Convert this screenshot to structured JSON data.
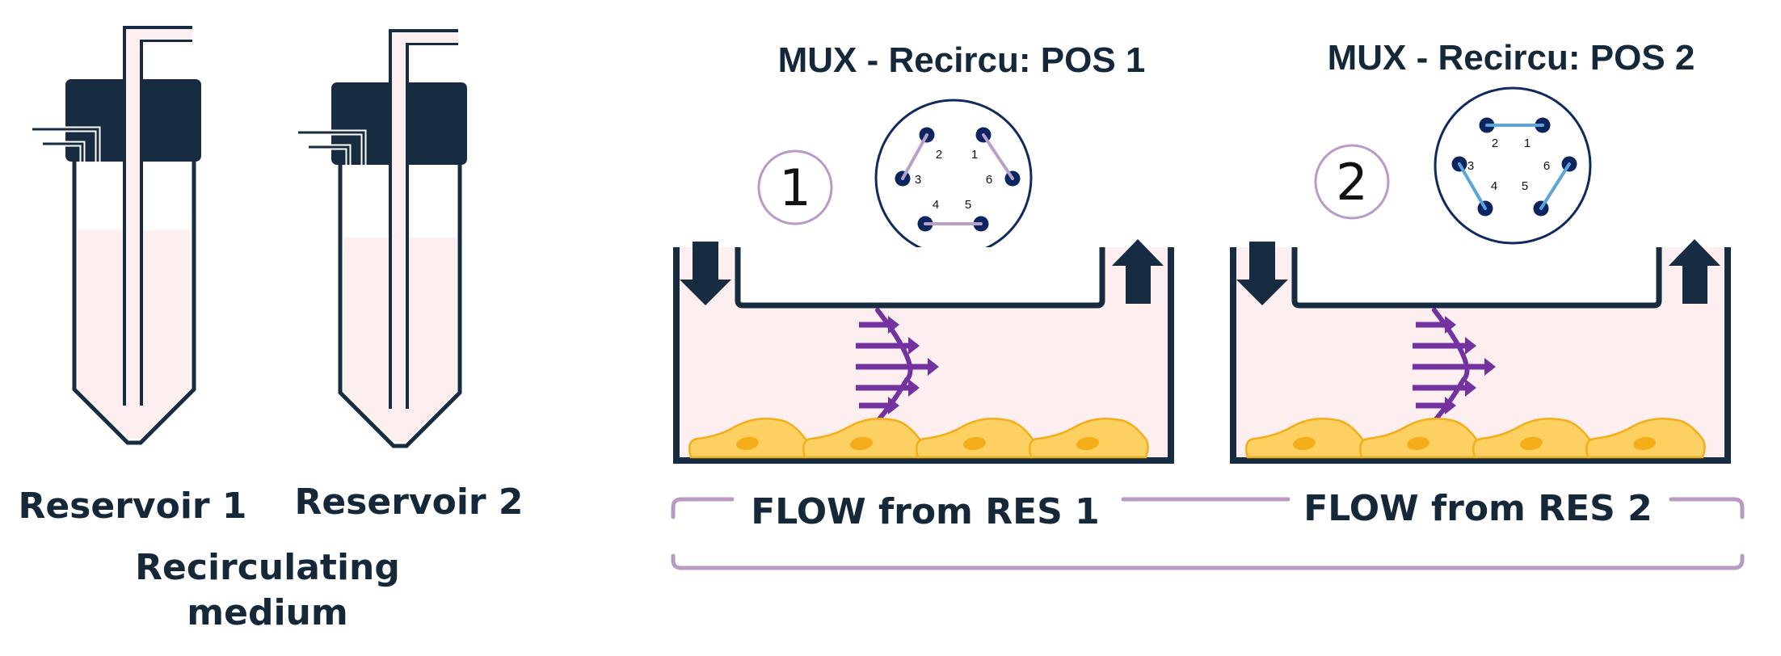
{
  "colors": {
    "ink": "#172c40",
    "medium": "#fdeeef",
    "muxRing": "#0f2a5e",
    "port": "#0c2460",
    "valvePos1": "#b9a0c8",
    "valvePos2": "#5aa5dc",
    "badgeRing": "#b99bc8",
    "flowArrow": "#7232a0",
    "cell": "#fdd062",
    "cellEdge": "#f3ae1a",
    "nucleus": "#f3ae1a",
    "bracket": "#b99ac2"
  },
  "reservoirs": [
    {
      "label": "Reservoir 1"
    },
    {
      "label": "Reservoir 2"
    }
  ],
  "group_label": {
    "line1": "Recirculating",
    "line2": "medium"
  },
  "positions": [
    {
      "title": "MUX - Recircu: POS 1",
      "badge": "1",
      "port_labels": [
        "1",
        "2",
        "3",
        "4",
        "5",
        "6"
      ],
      "connections": [
        [
          "2",
          "3"
        ],
        [
          "1",
          "6"
        ],
        [
          "4",
          "5"
        ]
      ],
      "flow_label": "FLOW from RES 1"
    },
    {
      "title": "MUX - Recircu: POS 2",
      "badge": "2",
      "port_labels": [
        "1",
        "2",
        "3",
        "4",
        "5",
        "6"
      ],
      "connections": [
        [
          "2",
          "1"
        ],
        [
          "3",
          "4"
        ],
        [
          "6",
          "5"
        ]
      ],
      "flow_label": "FLOW from RES 2"
    }
  ],
  "channel": {
    "inlet_icon": "arrow-down-icon",
    "outlet_icon": "arrow-up-icon",
    "flow_profile_icon": "parabolic-flow-profile-icon",
    "cells_per_channel": 4
  }
}
